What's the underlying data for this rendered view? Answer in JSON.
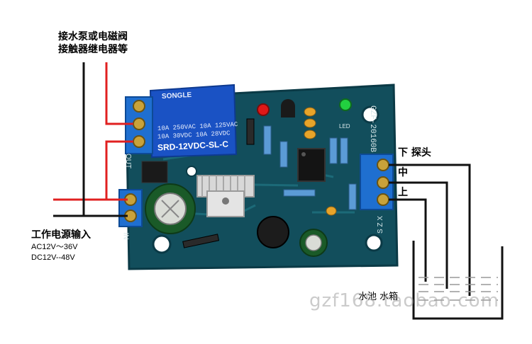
{
  "labels": {
    "load_line1": "接水泵或电磁阀",
    "load_line2": "接触器继电器等",
    "power_title": "工作电源输入",
    "power_ac": "AC12V～36V",
    "power_dc": "DC12V--48V",
    "probe_low": "下 探头",
    "probe_mid": "中",
    "probe_high": "上",
    "tank": "水池 水箱"
  },
  "relay": {
    "brand": "SONGLE",
    "line1": "10A 250VAC  10A 125VAC",
    "line2": "10A  30VDC  10A  28VDC",
    "model": "SRD-12VDC-SL-C"
  },
  "board": {
    "silk_out": "OUT",
    "silk_in": "IN",
    "silk_id": "GZF-20160B",
    "silk_sxz": "S Z X",
    "led": "LED"
  },
  "watermark": "gzf168.taobao.com",
  "colors": {
    "pcb": "#124e5c",
    "pcb_edge": "#0b3a46",
    "relay": "#1a52c4",
    "terminal": "#1f6fd0",
    "wire_red": "#e02020",
    "wire_black": "#111111"
  }
}
